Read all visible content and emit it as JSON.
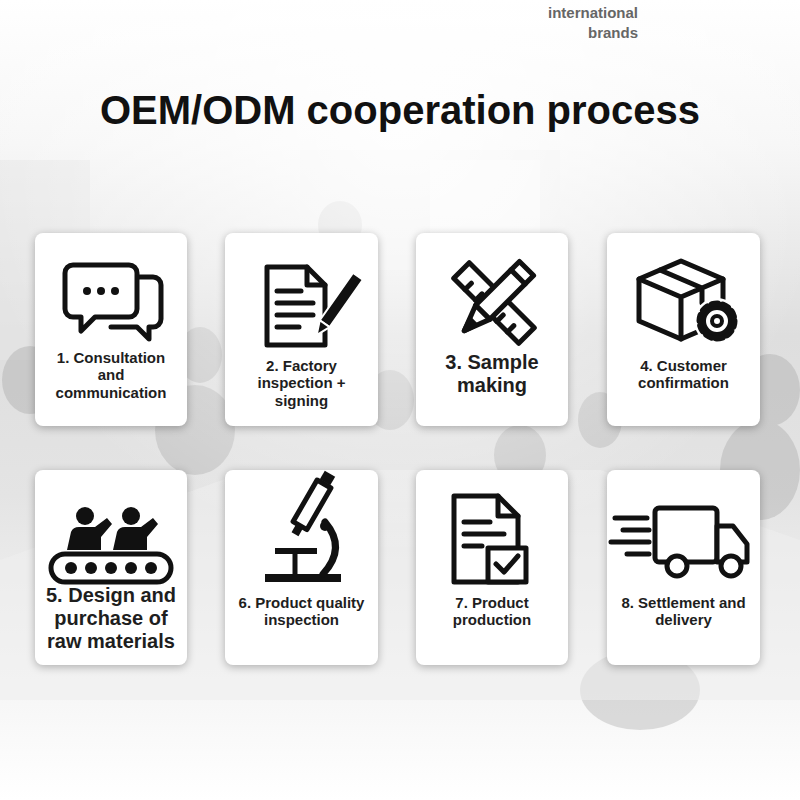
{
  "diagram": {
    "title": "OEM/ODM cooperation process",
    "nodes": [
      {
        "text": [
          "1. Consultation and communication"
        ]
      },
      {
        "text": [
          "2. Factory inspection + signing"
        ]
      },
      {
        "text": [
          "3. Sample making"
        ]
      },
      {
        "text": [
          "4. Customer confirmation"
        ]
      },
      {
        "text": [
          "5. Design and purchase of raw materials"
        ]
      },
      {
        "text": [
          "6. Product quality inspection"
        ]
      },
      {
        "text": [
          "7. Product production"
        ]
      },
      {
        "text": [
          "8. Settlement and delivery"
        ]
      }
    ],
    "labels": [
      "international brands"
    ]
  }
}
